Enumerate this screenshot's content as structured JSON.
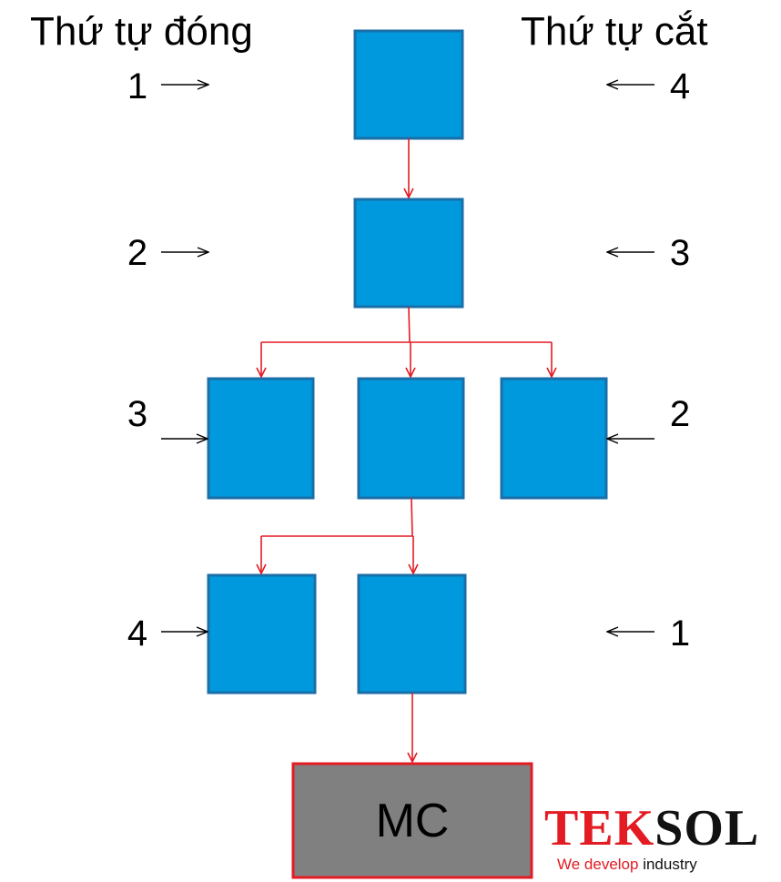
{
  "headings": {
    "close_order": "Thứ tự đóng",
    "cut_order": "Thứ tự cắt"
  },
  "close_numbers": [
    "1",
    "2",
    "3",
    "4"
  ],
  "cut_numbers": [
    "4",
    "3",
    "2",
    "1"
  ],
  "mc": {
    "label": "MC"
  },
  "logo": {
    "name_part1": "TEK",
    "name_part2": "SOL",
    "tagline_part1": "We develop",
    "tagline_part2": "industry"
  },
  "colors": {
    "box_fill": "#0099dd",
    "box_border": "#1a6fa8",
    "connector": "#e31b23",
    "mc_fill": "#808080",
    "mc_border": "#e31b23"
  }
}
